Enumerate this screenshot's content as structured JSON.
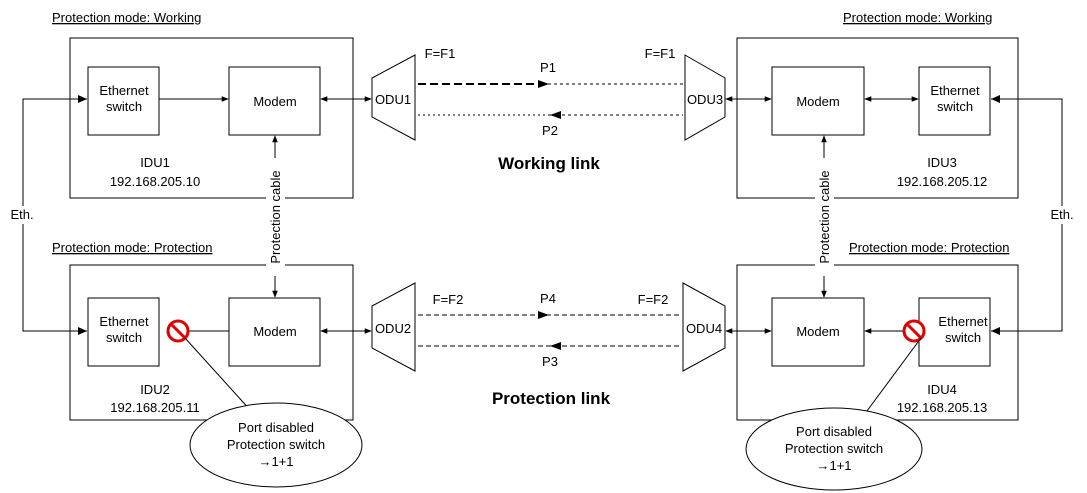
{
  "idu1": {
    "mode": "Protection mode: Working",
    "switch": [
      "Ethernet",
      "switch"
    ],
    "modem": "Modem",
    "name": "IDU1",
    "ip": "192.168.205.10",
    "odu": "ODU1",
    "freq": "F=F1"
  },
  "idu2": {
    "mode": "Protection mode: Protection",
    "switch": [
      "Ethernet",
      "switch"
    ],
    "modem": "Modem",
    "name": "IDU2",
    "ip": "192.168.205.11",
    "odu": "ODU2",
    "freq": "F=F2"
  },
  "idu3": {
    "mode": "Protection mode: Working",
    "switch": [
      "Ethernet",
      "switch"
    ],
    "modem": "Modem",
    "name": "IDU3",
    "ip": "192.168.205.12",
    "odu": "ODU3",
    "freq": "F=F1"
  },
  "idu4": {
    "mode": "Protection mode: Protection",
    "switch": [
      "Ethernet",
      "switch"
    ],
    "modem": "Modem",
    "name": "IDU4",
    "ip": "192.168.205.13",
    "odu": "ODU4",
    "freq": "F=F2"
  },
  "links": {
    "working_title": "Working link",
    "protection_title": "Protection link",
    "p1": "P1",
    "p2": "P2",
    "p3": "P3",
    "p4": "P4"
  },
  "cable_label": "Protection cable",
  "eth_label": "Eth.",
  "callout": [
    "Port disabled",
    "Protection switch",
    "→1+1"
  ]
}
